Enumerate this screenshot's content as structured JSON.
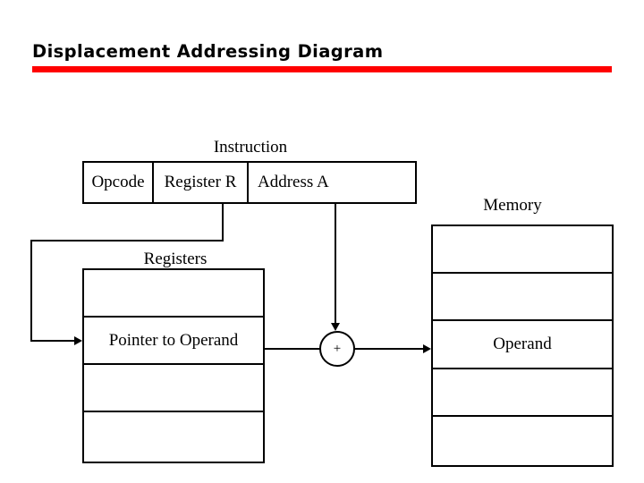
{
  "slide": {
    "title": "Displacement Addressing Diagram",
    "accent_color": "#ff0000",
    "background_color": "#ffffff",
    "line_color": "#000000"
  },
  "instruction": {
    "label": "Instruction",
    "fields": [
      {
        "name": "opcode",
        "label": "Opcode"
      },
      {
        "name": "register-r",
        "label": "Register R"
      },
      {
        "name": "address-a",
        "label": "Address A"
      }
    ]
  },
  "registers": {
    "label": "Registers",
    "rows": [
      {
        "label": ""
      },
      {
        "label": "Pointer to Operand"
      },
      {
        "label": ""
      },
      {
        "label": ""
      }
    ]
  },
  "memory": {
    "label": "Memory",
    "rows": [
      {
        "label": ""
      },
      {
        "label": ""
      },
      {
        "label": "Operand"
      },
      {
        "label": ""
      },
      {
        "label": ""
      }
    ]
  },
  "adder": {
    "label": "+"
  }
}
